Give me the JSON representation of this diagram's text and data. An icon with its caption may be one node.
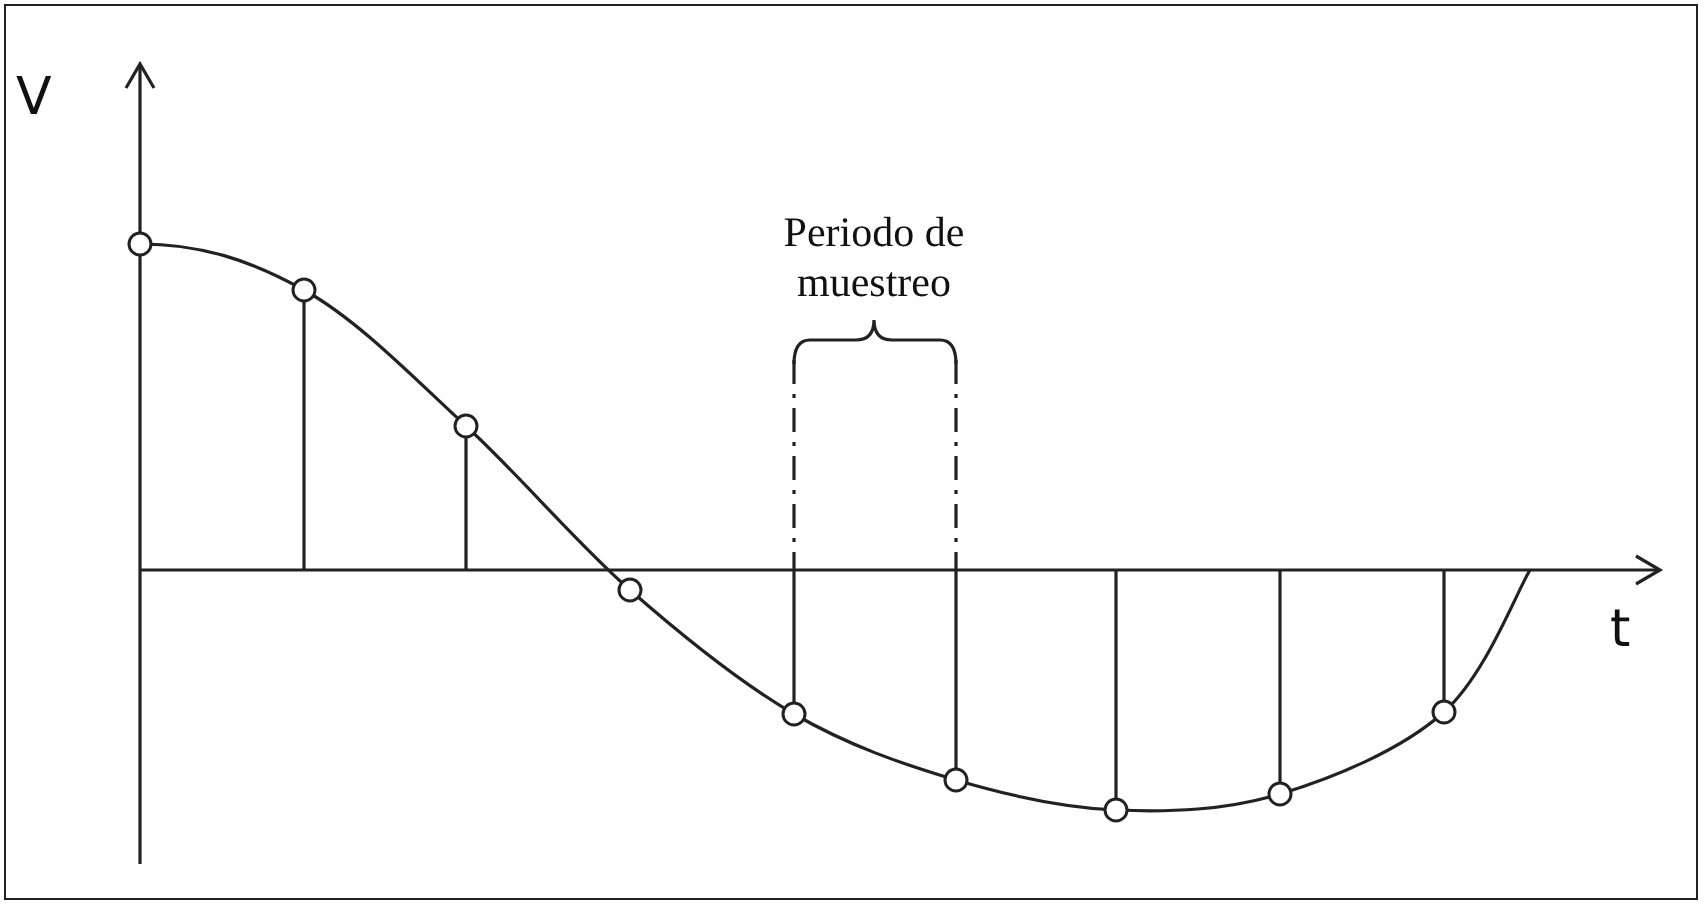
{
  "diagram": {
    "labels": [
      "V",
      "t",
      "Periodo de muestreo"
    ]
  }
}
